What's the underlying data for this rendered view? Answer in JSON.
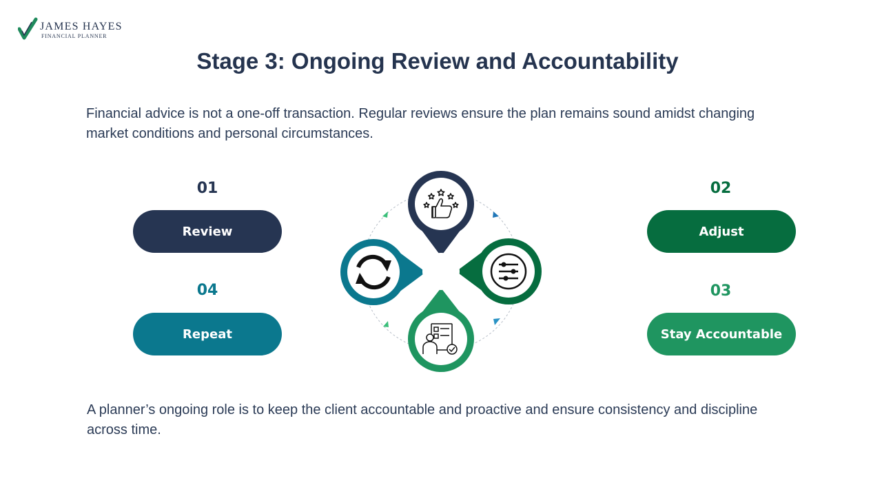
{
  "logo": {
    "name": "JAMES HAYES",
    "subtitle": "FINANCIAL PLANNER"
  },
  "title": "Stage 3: Ongoing Review and Accountability",
  "intro": "Financial advice is not a one-off transaction. Regular reviews ensure the plan remains sound amidst changing market conditions and personal circumstances.",
  "steps": [
    {
      "number": "01",
      "label": "Review",
      "color": "#263552",
      "icon": "rating-thumbs-up-icon"
    },
    {
      "number": "02",
      "label": "Adjust",
      "color": "#066d3f",
      "icon": "sliders-icon"
    },
    {
      "number": "03",
      "label": "Stay Accountable",
      "color": "#1f9560",
      "icon": "checklist-person-icon"
    },
    {
      "number": "04",
      "label": "Repeat",
      "color": "#0b788e",
      "icon": "refresh-cycle-icon"
    }
  ],
  "conclusion": "A planner’s ongoing role is to keep the client accountable and proactive and ensure consistency and discipline across time.",
  "colors": {
    "title": "#25344f",
    "text": "#2a3a55",
    "logo_green": "#1f8a5c"
  }
}
